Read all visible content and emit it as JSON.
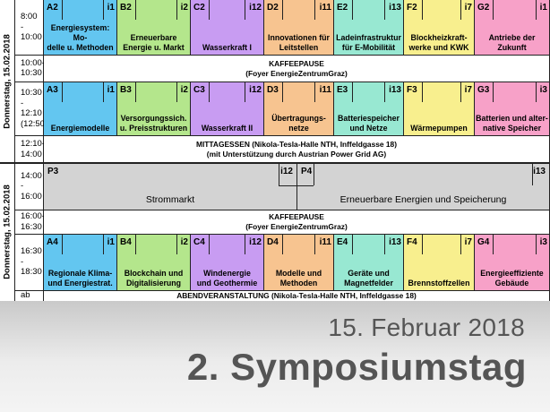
{
  "day_label": "Donnerstag, 15.02.2018",
  "slots": [
    {
      "time": "8:00\n-\n10:00"
    },
    {
      "time": "10:00-\n10:30"
    },
    {
      "time": "10:30\n-\n12:10\n(12:50)"
    },
    {
      "time": "12:10-\n14:00"
    },
    {
      "time": "14:00\n-\n16:00"
    },
    {
      "time": "16:00-\n16:30"
    },
    {
      "time": "16:30\n-\n18:30"
    },
    {
      "time": "ab"
    }
  ],
  "block1": [
    {
      "code": "A2",
      "room": "i1",
      "title": "Energiesystem: Mo-\ndelle u. Methoden",
      "color": "#63c6f0"
    },
    {
      "code": "B2",
      "room": "i2",
      "title": "Erneuerbare\nEnergie u. Markt",
      "color": "#b4e68c"
    },
    {
      "code": "C2",
      "room": "i12",
      "title": "Wasserkraft I",
      "color": "#c89cf2"
    },
    {
      "code": "D2",
      "room": "i11",
      "title": "Innovationen für\nLeitstellen",
      "color": "#f7c490"
    },
    {
      "code": "E2",
      "room": "i13",
      "title": "Ladeinfrastruktur\nfür E-Mobilität",
      "color": "#98e8d2"
    },
    {
      "code": "F2",
      "room": "i7",
      "title": "Blockheizkraft-\nwerke und KWK",
      "color": "#f8ef8e"
    },
    {
      "code": "G2",
      "room": "i1",
      "title": "Antriebe der\nZukunft",
      "color": "#f7a1c8"
    }
  ],
  "block2": [
    {
      "code": "A3",
      "room": "i1",
      "title": "Energiemodelle",
      "color": "#63c6f0"
    },
    {
      "code": "B3",
      "room": "i2",
      "title": "Versorgungssich.\nu. Preisstrukturen",
      "color": "#b4e68c"
    },
    {
      "code": "C3",
      "room": "i12",
      "title": "Wasserkraft II",
      "color": "#c89cf2"
    },
    {
      "code": "D3",
      "room": "i11",
      "title": "Übertragungs-\nnetze",
      "color": "#f7c490"
    },
    {
      "code": "E3",
      "room": "i13",
      "title": "Batteriespeicher\nund Netze",
      "color": "#98e8d2"
    },
    {
      "code": "F3",
      "room": "i7",
      "title": "Wärmepumpen",
      "color": "#f8ef8e"
    },
    {
      "code": "G3",
      "room": "i3",
      "title": "Batterien und alter-\nnative Speicher",
      "color": "#f7a1c8"
    }
  ],
  "block4": [
    {
      "code": "A4",
      "room": "i1",
      "title": "Regionale Klima-\nund Energiestrat.",
      "color": "#63c6f0"
    },
    {
      "code": "B4",
      "room": "i2",
      "title": "Blockchain und\nDigitalisierung",
      "color": "#b4e68c"
    },
    {
      "code": "C4",
      "room": "i12",
      "title": "Windenergie\nund Geothermie",
      "color": "#c89cf2"
    },
    {
      "code": "D4",
      "room": "i11",
      "title": "Modelle und\nMethoden",
      "color": "#f7c490"
    },
    {
      "code": "E4",
      "room": "i13",
      "title": "Geräte und\nMagnetfelder",
      "color": "#98e8d2"
    },
    {
      "code": "F4",
      "room": "i7",
      "title": "Brennstoffzellen",
      "color": "#f8ef8e"
    },
    {
      "code": "G4",
      "room": "i3",
      "title": "Energieeffiziente\nGebäude",
      "color": "#f7a1c8"
    }
  ],
  "plenary": [
    {
      "code": "P3",
      "room": "i12",
      "title": "Strommarkt"
    },
    {
      "code": "P4",
      "room": "i13",
      "title": "Erneuerbare Energien und Speicherung"
    }
  ],
  "breaks": {
    "coffee1": "KAFFEEPAUSE\n(Foyer EnergieZentrumGraz)",
    "lunch": "MITTAGESSEN (Nikola-Tesla-Halle NTH, Inffeldgasse 18)\n(mit Unterstützung durch Austrian Power Grid AG)",
    "coffee2": "KAFFEEPAUSE\n(Foyer EnergieZentrumGraz)",
    "evening": "ABENDVERANSTALTUNG (Nikola-Tesla-Halle NTH, Inffeldgasse 18)"
  },
  "footer": {
    "date": "15. Februar 2018",
    "title": "2. Symposiumstag"
  }
}
